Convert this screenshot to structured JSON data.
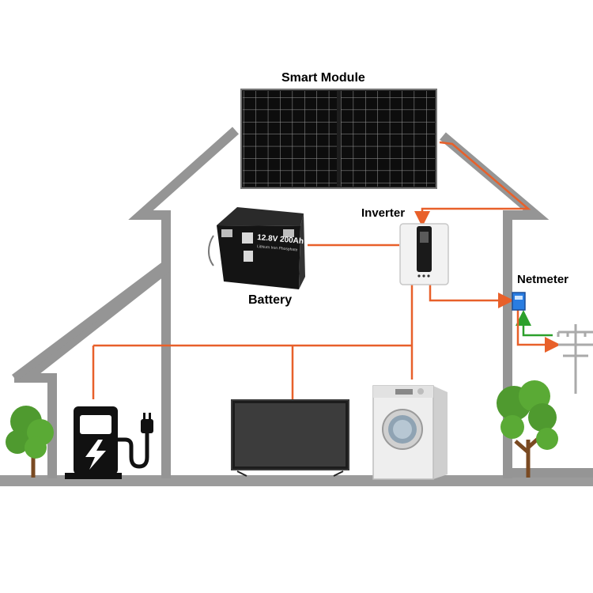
{
  "labels": {
    "solar_module": "Smart Module",
    "inverter": "Inverter",
    "battery": "Battery",
    "netmeter": "Netmeter"
  },
  "battery_casing": {
    "rating": "12.8V 200Ah",
    "subtitle": "Lithium Iron Phosphate"
  },
  "colors": {
    "house_outline": "#8c8c8c",
    "power_line": "#e8602a",
    "grid_import": "#2ca02c",
    "netmeter": "#2a7de1",
    "panel": "#111111",
    "tree_leaf": "#4f9a2f",
    "tree_trunk": "#7a4a22"
  },
  "icons": [
    "ev-charger-icon",
    "tv-icon",
    "washing-machine-icon",
    "utility-pole-icon",
    "tree-icon"
  ]
}
